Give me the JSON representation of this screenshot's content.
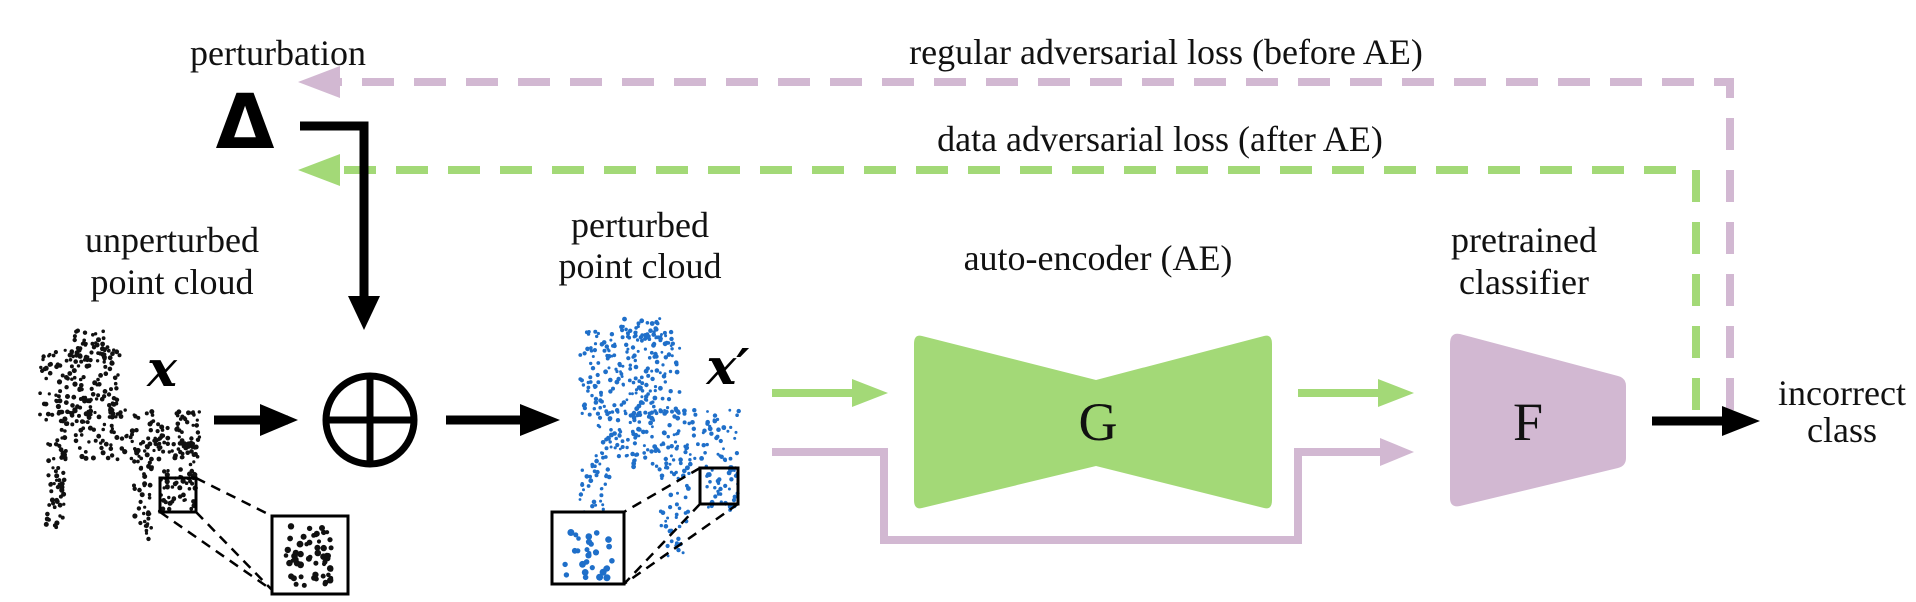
{
  "labels": {
    "perturbation": "perturbation",
    "delta": "Δ",
    "regular_loss": "regular adversarial loss (before AE)",
    "data_loss": "data adversarial loss (after AE)",
    "unperturbed_line1": "unperturbed",
    "unperturbed_line2": "point cloud",
    "perturbed_line1": "perturbed",
    "perturbed_line2": "point cloud",
    "autoencoder": "auto-encoder (AE)",
    "classifier_line1": "pretrained",
    "classifier_line2": "classifier",
    "x": "x",
    "x_prime": "x′",
    "g": "G",
    "f": "F",
    "incorrect_line1": "incorrect",
    "incorrect_line2": "class"
  },
  "colors": {
    "green": "#a3d977",
    "purple": "#d2b8d2",
    "black": "#000000",
    "blue": "#1f6fc9",
    "points": "#111111"
  },
  "icons": {
    "plus_circle": "circled-plus-icon"
  }
}
